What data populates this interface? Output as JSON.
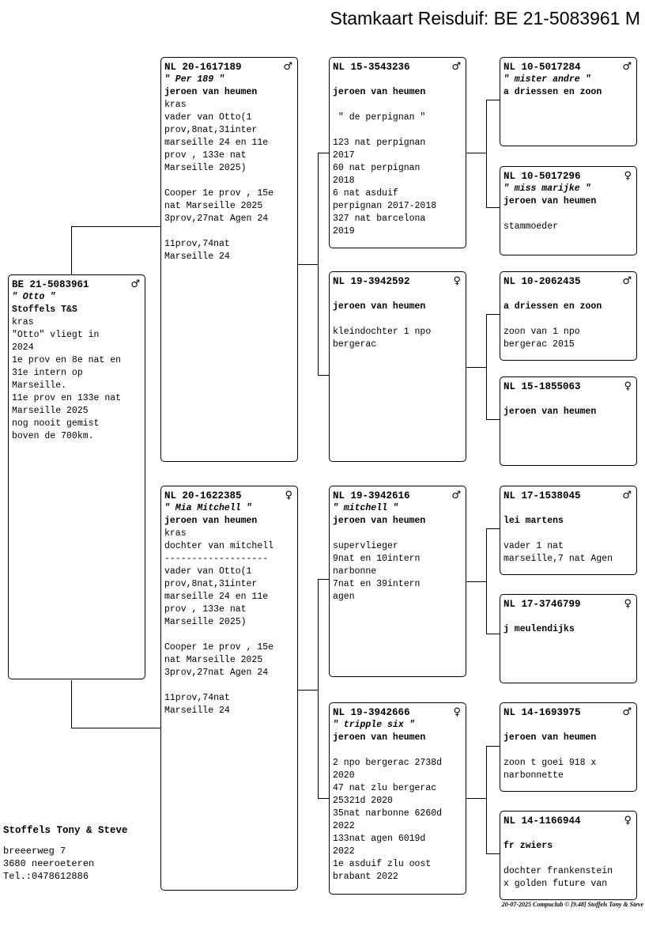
{
  "title": "Stamkaart Reisduif: BE  21-5083961 M",
  "symbols": {
    "male": "♂",
    "female": "♀"
  },
  "cards": {
    "subject": {
      "ring": "BE  21-5083961",
      "sex": "male",
      "name": "\" Otto \"",
      "breeder": "Stoffels T&S",
      "lines": [
        "kras",
        "\"Otto\" vliegt in",
        "2024",
        "1e prov en 8e nat en",
        "31e intern op",
        "Marseille.",
        "11e prov en 133e nat",
        "Marseille 2025",
        "nog nooit gemist",
        "boven de 700km."
      ]
    },
    "sire": {
      "ring": "NL  20-1617189",
      "sex": "male",
      "name": "\" Per 189 \"",
      "breeder": "jeroen van heumen",
      "lines": [
        "kras",
        "vader van Otto(1",
        "prov,8nat,31inter",
        "marseille 24 en 11e",
        "prov , 133e nat",
        "Marseille 2025)",
        "",
        "Cooper 1e prov , 15e",
        "nat Marseille 2025",
        "3prov,27nat Agen 24",
        "",
        "11prov,74nat",
        "Marseille 24"
      ]
    },
    "dam": {
      "ring": "NL  20-1622385",
      "sex": "female",
      "name": "\" Mia Mitchell \"",
      "breeder": "jeroen van heumen",
      "lines": [
        "kras",
        "dochter van mitchell",
        "-------------------",
        "vader van Otto(1",
        "prov,8nat,31inter",
        "marseille 24 en 11e",
        "prov , 133e nat",
        "Marseille 2025)",
        "",
        "Cooper 1e prov , 15e",
        "nat Marseille 2025",
        "3prov,27nat Agen 24",
        "",
        "11prov,74nat",
        "Marseille 24"
      ]
    },
    "ss": {
      "ring": "NL  15-3543236",
      "sex": "male",
      "name": "",
      "breeder": "jeroen van heumen",
      "lines": [
        "",
        " \" de perpignan \"",
        "",
        "123 nat perpignan",
        "2017",
        "60 nat perpignan",
        "2018",
        "6 nat asduif",
        "perpignan 2017-2018",
        "327 nat barcelona",
        "2019"
      ]
    },
    "sd": {
      "ring": "NL  19-3942592",
      "sex": "female",
      "name": "",
      "breeder": "jeroen van heumen",
      "lines": [
        "",
        "kleindochter 1 npo",
        "bergerac"
      ]
    },
    "ds": {
      "ring": "NL  19-3942616",
      "sex": "male",
      "name": "\" mitchell \"",
      "breeder": "jeroen van heumen",
      "lines": [
        "",
        "supervlieger",
        "9nat en 10intern",
        "narbonne",
        "7nat en 39intern",
        "agen"
      ]
    },
    "dd": {
      "ring": "NL  19-3942666",
      "sex": "female",
      "name": "\" tripple six \"",
      "breeder": "jeroen van heumen",
      "lines": [
        "",
        "2 npo bergerac 2738d",
        "2020",
        "47 nat zlu bergerac",
        "25321d 2020",
        "35nat narbonne 6260d",
        "2022",
        "133nat agen 6019d",
        "2022",
        "1e asduif zlu oost",
        "brabant 2022"
      ]
    },
    "sss": {
      "ring": "NL  10-5017284",
      "sex": "male",
      "name": "\" mister andre \"",
      "breeder": "a driessen en zoon",
      "lines": []
    },
    "ssd": {
      "ring": "NL  10-5017296",
      "sex": "female",
      "name": "\" miss marijke \"",
      "breeder": "jeroen van heumen",
      "lines": [
        "",
        "stammoeder"
      ]
    },
    "sds": {
      "ring": "NL  10-2062435",
      "sex": "male",
      "name": "",
      "breeder": "a driessen en zoon",
      "lines": [
        "",
        "zoon van 1 npo",
        "bergerac 2015"
      ]
    },
    "sdd": {
      "ring": "NL  15-1855063",
      "sex": "female",
      "name": "",
      "breeder": "jeroen van heumen",
      "lines": []
    },
    "dss": {
      "ring": "NL  17-1538045",
      "sex": "male",
      "name": "",
      "breeder": "lei martens",
      "lines": [
        "",
        "vader 1 nat",
        "marseille,7 nat Agen"
      ]
    },
    "dsd": {
      "ring": "NL  17-3746799",
      "sex": "female",
      "name": "",
      "breeder": "j meulendijks",
      "lines": []
    },
    "dds": {
      "ring": "NL  14-1693975",
      "sex": "male",
      "name": "",
      "breeder": "jeroen van heumen",
      "lines": [
        "",
        "zoon t goei 918 x",
        "narbonnette"
      ]
    },
    "ddd": {
      "ring": "NL  14-1166944",
      "sex": "female",
      "name": "",
      "breeder": "fr zwiers",
      "lines": [
        "",
        "dochter frankenstein",
        "x golden future van"
      ]
    }
  },
  "owner": {
    "name": "Stoffels Tony & Steve",
    "street": "breeerweg 7",
    "city": "3680  neeroeteren",
    "phone": "Tel.:0478612886"
  },
  "footer": "20-07-2025   Compuclub © [9.48]  Stoffels Tony & Steve"
}
